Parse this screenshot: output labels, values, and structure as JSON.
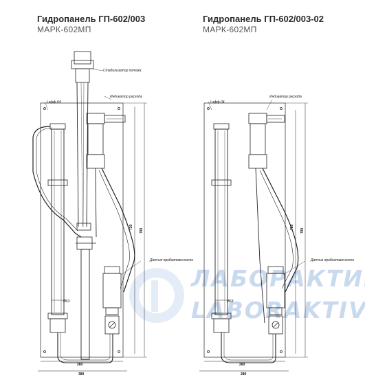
{
  "left_panel": {
    "title": "Гидропанель ГП-602/003",
    "subtitle": "МАРК-602МП",
    "labels": {
      "stabilizer": "Стабилизатор потока",
      "flow_indicator": "Индикатор расхода",
      "sampling_sensor": "Датчик пробоотвесности",
      "thread": "Lэфф.04",
      "dia": "Ø63"
    },
    "dims": {
      "width_inner": "260",
      "width_outer": "380",
      "h1": "720",
      "h2": "780"
    }
  },
  "right_panel": {
    "title": "Гидропанель ГП-602/003-02",
    "subtitle": "МАРК-602МП",
    "labels": {
      "flow_indicator": "Индикатор расхода",
      "sampling_sensor": "Датчик пробоотвесности",
      "thread": "Lэфф.04",
      "dia": "Ø63"
    },
    "dims": {
      "width_inner": "260",
      "width_outer": "280",
      "h1": "720",
      "h2": "780"
    }
  },
  "watermark": {
    "line1": "ЛАБОРАКТИВ",
    "line2": "LABORAKTIV"
  }
}
